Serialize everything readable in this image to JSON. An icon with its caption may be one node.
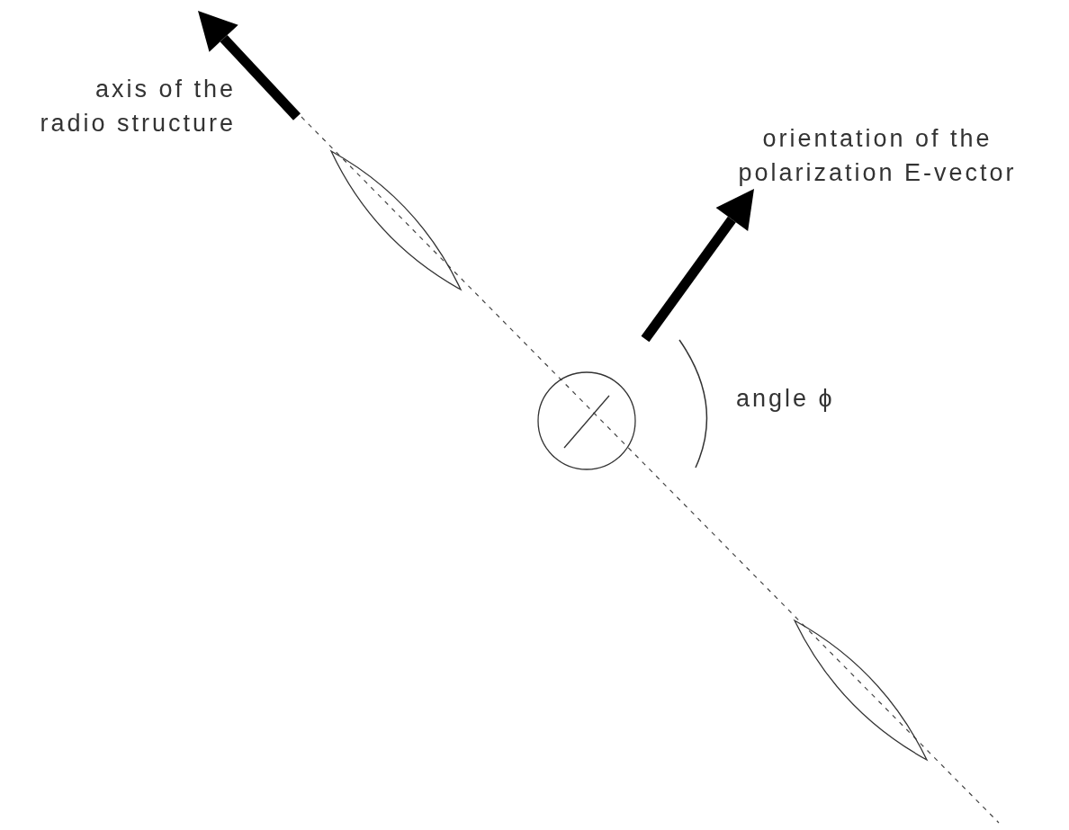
{
  "diagram": {
    "labels": [
      "axis of the radio structure",
      "orientation of the polarization E-vector",
      "angle ϕ"
    ]
  }
}
